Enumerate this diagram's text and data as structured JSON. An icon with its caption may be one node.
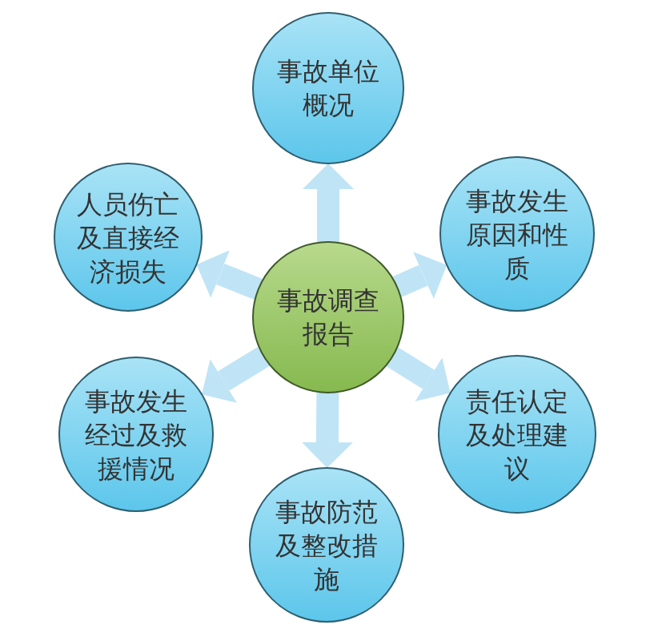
{
  "diagram": {
    "nodes": [
      {
        "text": [
          "事故单位概况"
        ]
      },
      {
        "text": [
          "人员伤亡及直接经济损失"
        ]
      },
      {
        "text": [
          "事故发生原因和性质"
        ]
      },
      {
        "text": [
          "事故调查报告"
        ]
      },
      {
        "text": [
          "事故发生经过及救援情况"
        ]
      },
      {
        "text": [
          "责任认定及处理建议"
        ]
      },
      {
        "text": [
          "事故防范及整改措施"
        ]
      }
    ],
    "edges": [
      {
        "from": 3,
        "to": 0,
        "arrow": "to"
      },
      {
        "from": 3,
        "to": 1,
        "arrow": "to"
      },
      {
        "from": 3,
        "to": 2,
        "arrow": "to"
      },
      {
        "from": 3,
        "to": 4,
        "arrow": "to"
      },
      {
        "from": 3,
        "to": 5,
        "arrow": "to"
      },
      {
        "from": 3,
        "to": 6,
        "arrow": "to"
      }
    ]
  }
}
